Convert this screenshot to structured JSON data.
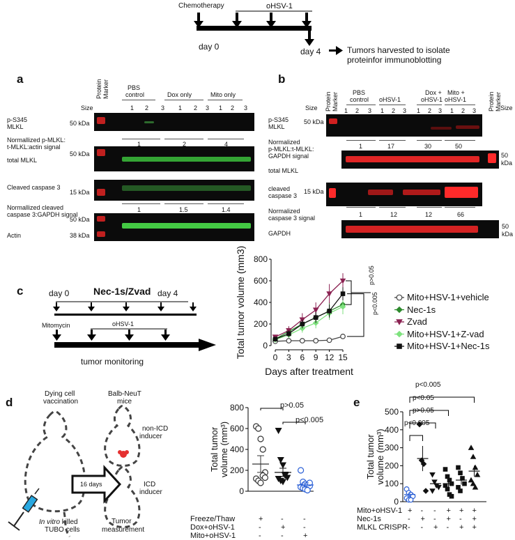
{
  "timeline_top": {
    "chemo": "Chemotherapy",
    "ohsv": "oHSV-1",
    "day0": "day 0",
    "day4": "day 4",
    "harvest": "Tumors harvested to isolate",
    "harvest2": "proteinfor immunoblotting"
  },
  "panel_a": {
    "label": "a",
    "protein_marker": [
      "Protein",
      "Marker"
    ],
    "size": "Size",
    "groups": [
      "PBS",
      "control",
      "Dox only",
      "Mito only"
    ],
    "lanes": [
      "1",
      "2",
      "3",
      "1",
      "2",
      "3",
      "1",
      "2",
      "3"
    ],
    "rows": {
      "pmlkl": [
        "p-S345",
        "MLKL"
      ],
      "kda50": "50 kDa",
      "norm_pmlkl": [
        "Normallized p-MLKL:",
        "t-MLKL:actin signal"
      ],
      "norm_pmlkl_vals": [
        "1",
        "2",
        "4"
      ],
      "total_mlkl": "total MLKL",
      "kda50b": "50 kDa",
      "cc3": "Cleaved caspase 3",
      "kda15": "15 kDa",
      "norm_cc3": [
        "Normallized cleaved",
        "caspase 3:GAPDH signal"
      ],
      "norm_cc3_vals": [
        "1",
        "1.5",
        "1.4"
      ],
      "kda50c": "50 kDa",
      "actin": "Actin",
      "kda38": "38 kDa"
    }
  },
  "panel_b": {
    "label": "b",
    "size": "Size",
    "protein_marker": [
      "Protein",
      "Marker"
    ],
    "groups": [
      "PBS",
      "control",
      "oHSV-1",
      "Dox +",
      "oHSV-1",
      "Mito +",
      "oHSV-1"
    ],
    "lanes": [
      "1",
      "2",
      "3",
      "1",
      "2",
      "3",
      "1",
      "2",
      "3",
      "1",
      "2",
      "3"
    ],
    "rows": {
      "kda50": "50 kDa",
      "pmlkl": [
        "p-S345",
        "MLKL"
      ],
      "norm_pmlkl": [
        "Normalized",
        "p-MLKL:t-MLKL:",
        "GAPDH signal"
      ],
      "norm_pmlkl_vals": [
        "1",
        "17",
        "30",
        "50"
      ],
      "total_mlkl": "total MLKL",
      "kda50r": [
        "50",
        "kDa"
      ],
      "kda15": "15 kDa",
      "cc3": [
        "cleaved",
        "caspase 3"
      ],
      "norm_cc3": [
        "Normalized",
        "caspase 3 signal"
      ],
      "norm_cc3_vals": [
        "1",
        "12",
        "12",
        "66"
      ],
      "gapdh": "GAPDH",
      "kda50r2": [
        "50",
        "kDa"
      ]
    }
  },
  "panel_c": {
    "label": "c",
    "day0": "day 0",
    "treat": "Nec-1s/Zvad",
    "day4": "day 4",
    "mitomycin": "Mitomycin",
    "ohsv": "oHSV-1",
    "monitor": "tumor monitoring",
    "sig1": "p>0.05",
    "sig2": "p<0.005",
    "legend": [
      "Mito+HSV-1+vehicle",
      "Nec-1s",
      "Zvad",
      "Mito+HSV-1+Z-vad",
      "Mito+HSV-1+Nec-1s"
    ]
  },
  "panel_d": {
    "label": "d",
    "dying": [
      "Dying cell",
      "vaccination"
    ],
    "balb": [
      "Balb-NeuT",
      "mice"
    ],
    "nonicd": [
      "non-ICD",
      "inducer"
    ],
    "icd": [
      "ICD",
      "inducer"
    ],
    "days": "16 days",
    "invitro": [
      "In vitro killed",
      "TUBO cells"
    ],
    "invitro_italic": "In vitro",
    "tumor_meas": [
      "Tumor",
      "measurement"
    ],
    "sig1": "p>0.05",
    "sig2": "p<0.005",
    "rows": [
      {
        "label": "Freeze/Thaw",
        "marks": [
          "+",
          "-",
          "-"
        ]
      },
      {
        "label": "Dox+oHSV-1",
        "marks": [
          "-",
          "+",
          "-"
        ]
      },
      {
        "label": "Mito+oHSV-1",
        "marks": [
          "-",
          "-",
          "+"
        ]
      }
    ]
  },
  "panel_e": {
    "label": "e",
    "sigs": [
      "p<0.005",
      "p<0.05",
      "p>0.05",
      "p<0.005"
    ],
    "rows": [
      {
        "label": "Mito+oHSV-1",
        "marks": [
          "+",
          "-",
          "-",
          "+",
          "+",
          "+"
        ]
      },
      {
        "label": "Nec-1s",
        "marks": [
          "-",
          "+",
          "-",
          "+",
          "-",
          "+"
        ]
      },
      {
        "label": "MLKL CRISPR",
        "marks": [
          "-",
          "-",
          "+",
          "-",
          "+",
          "+"
        ]
      }
    ]
  },
  "chart_data": [
    {
      "type": "line",
      "panel": "c",
      "xlabel": "Days after treatment",
      "ylabel": "Total tumor volume (mm3)",
      "x": [
        0,
        3,
        6,
        9,
        12,
        15
      ],
      "xticks": [
        "0",
        "3",
        "6",
        "9",
        "12",
        "15"
      ],
      "ylim": [
        0,
        800
      ],
      "yticks": [
        "0",
        "200",
        "400",
        "600",
        "800"
      ],
      "series": [
        {
          "name": "Mito+HSV-1+vehicle",
          "color": "#444444",
          "marker": "circle-open",
          "values": [
            40,
            45,
            45,
            45,
            50,
            85
          ],
          "err": [
            5,
            8,
            8,
            8,
            8,
            10
          ]
        },
        {
          "name": "Nec-1s",
          "color": "#2d8a2d",
          "marker": "diamond",
          "values": [
            60,
            130,
            200,
            260,
            320,
            380
          ],
          "err": [
            20,
            40,
            50,
            60,
            80,
            90
          ]
        },
        {
          "name": "Zvad",
          "color": "#8b2252",
          "marker": "triangle-down",
          "values": [
            80,
            140,
            240,
            330,
            480,
            600
          ],
          "err": [
            20,
            40,
            60,
            70,
            90,
            70
          ]
        },
        {
          "name": "Mito+HSV-1+Z-vad",
          "color": "#7ee27e",
          "marker": "diamond",
          "values": [
            55,
            100,
            160,
            210,
            300,
            360
          ],
          "err": [
            15,
            30,
            40,
            50,
            60,
            70
          ]
        },
        {
          "name": "Mito+HSV-1+Nec-1s",
          "color": "#111111",
          "marker": "square",
          "values": [
            60,
            110,
            200,
            260,
            320,
            480
          ],
          "err": [
            15,
            30,
            40,
            50,
            60,
            60
          ]
        }
      ]
    },
    {
      "type": "scatter",
      "panel": "d",
      "ylabel": "Total tumor volume (mm3)",
      "ylim": [
        0,
        800
      ],
      "yticks": [
        "0",
        "200",
        "400",
        "600",
        "800"
      ],
      "groups": [
        {
          "name": "Freeze/Thaw",
          "color": "#333333",
          "marker": "circle-open",
          "mean": 260,
          "sem": 80,
          "values": [
            620,
            600,
            500,
            400,
            180,
            120,
            100,
            80,
            150,
            130
          ]
        },
        {
          "name": "Dox+oHSV-1",
          "color": "#111111",
          "marker": "triangle-down",
          "mean": 180,
          "sem": 40,
          "values": [
            580,
            300,
            250,
            150,
            130,
            120,
            100,
            90,
            160
          ]
        },
        {
          "name": "Mito+oHSV-1",
          "color": "#2a5fd6",
          "marker": "circle-open",
          "mean": 60,
          "sem": 20,
          "values": [
            200,
            90,
            70,
            60,
            50,
            40,
            30,
            20,
            10,
            80
          ]
        }
      ]
    },
    {
      "type": "scatter",
      "panel": "e",
      "ylabel": "Total tumor volume (mm3)",
      "ylim": [
        0,
        500
      ],
      "yticks": [
        "0",
        "100",
        "200",
        "300",
        "400",
        "500"
      ],
      "groups": [
        {
          "color": "#2a5fd6",
          "marker": "circle-open",
          "mean": 40,
          "sem": 10,
          "values": [
            70,
            50,
            40,
            30,
            20,
            10,
            10
          ]
        },
        {
          "color": "#111111",
          "marker": "diamond",
          "mean": 240,
          "sem": 70,
          "values": [
            430,
            230,
            210,
            60
          ]
        },
        {
          "color": "#111111",
          "marker": "triangle-down",
          "mean": 100,
          "sem": 20,
          "values": [
            150,
            110,
            90,
            80,
            60
          ]
        },
        {
          "color": "#111111",
          "marker": "square",
          "mean": 100,
          "sem": 20,
          "values": [
            180,
            140,
            120,
            100,
            90,
            70,
            40,
            30
          ]
        },
        {
          "color": "#111111",
          "marker": "square",
          "mean": 120,
          "sem": 25,
          "values": [
            190,
            160,
            130,
            100,
            80,
            60
          ]
        },
        {
          "color": "#111111",
          "marker": "triangle",
          "mean": 170,
          "sem": 30,
          "values": [
            300,
            250,
            190,
            150,
            120,
            100,
            80
          ]
        }
      ]
    }
  ]
}
